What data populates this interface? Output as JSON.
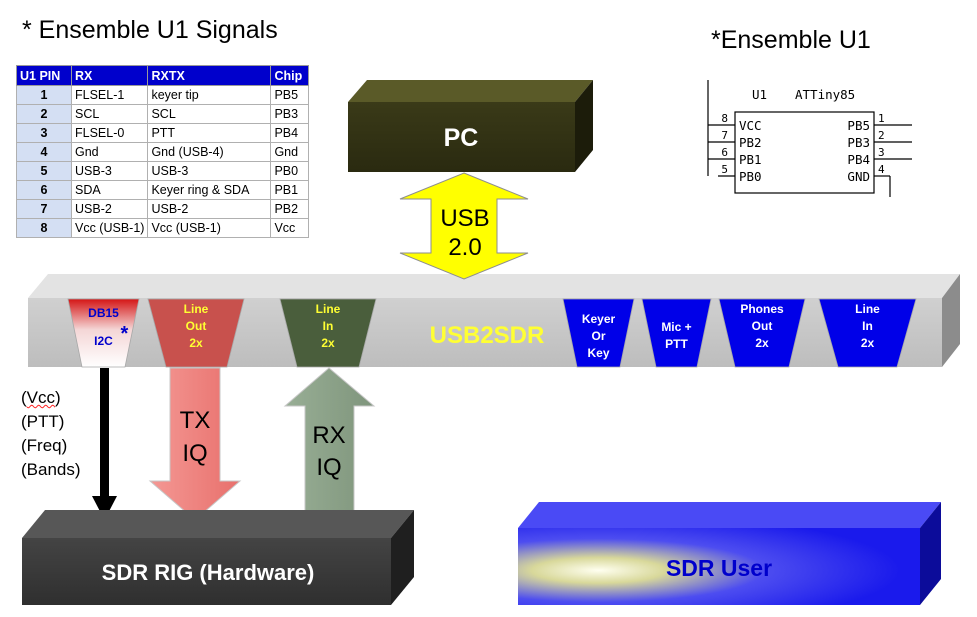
{
  "titles": {
    "signals": "* Ensemble U1 Signals",
    "chip": "*Ensemble U1"
  },
  "signal_table": {
    "headers": [
      "U1 PIN",
      "RX",
      "RXTX",
      "Chip"
    ],
    "rows": [
      [
        "1",
        "FLSEL-1",
        "keyer tip",
        "PB5"
      ],
      [
        "2",
        "SCL",
        "SCL",
        "PB3"
      ],
      [
        "3",
        "FLSEL-0",
        "PTT",
        "PB4"
      ],
      [
        "4",
        "Gnd",
        "Gnd (USB-4)",
        "Gnd"
      ],
      [
        "5",
        "USB-3",
        "USB-3",
        "PB0"
      ],
      [
        "6",
        "SDA",
        "Keyer ring & SDA",
        "PB1"
      ],
      [
        "7",
        "USB-2",
        "USB-2",
        "PB2"
      ],
      [
        "8",
        "Vcc (USB-1)",
        "Vcc (USB-1)",
        "Vcc"
      ]
    ]
  },
  "chip_schematic": {
    "ref": "U1",
    "part": "ATTiny85",
    "left_pins": [
      {
        "num": "8",
        "name": "VCC"
      },
      {
        "num": "7",
        "name": "PB2"
      },
      {
        "num": "6",
        "name": "PB1"
      },
      {
        "num": "5",
        "name": "PB0"
      }
    ],
    "right_pins": [
      {
        "num": "1",
        "name": "PB5"
      },
      {
        "num": "2",
        "name": "PB3"
      },
      {
        "num": "3",
        "name": "PB4"
      },
      {
        "num": "4",
        "name": "GND"
      }
    ]
  },
  "pc_box": {
    "label": "PC"
  },
  "usb_arrow": {
    "line1": "USB",
    "line2": "2.0"
  },
  "usb2sdr_bar": {
    "label": "USB2SDR"
  },
  "ports": [
    {
      "lines": [
        "DB15",
        "I2C"
      ],
      "star": "*"
    },
    {
      "lines": [
        "Line",
        "Out",
        "2x"
      ]
    },
    {
      "lines": [
        "Line",
        "In",
        "2x"
      ]
    },
    {
      "lines": [
        "Keyer",
        "Or",
        "Key"
      ]
    },
    {
      "lines": [
        "Mic +",
        "PTT"
      ]
    },
    {
      "lines": [
        "Phones",
        "Out",
        "2x"
      ]
    },
    {
      "lines": [
        "Line",
        "In",
        "2x"
      ]
    }
  ],
  "control_signals": [
    "(Vcc)",
    "(PTT)",
    "(Freq)",
    "(Bands)"
  ],
  "tx_arrow": {
    "line1": "TX",
    "line2": "IQ"
  },
  "rx_arrow": {
    "line1": "RX",
    "line2": "IQ"
  },
  "sdr_rig": {
    "label": "SDR RIG (Hardware)"
  },
  "sdr_user": {
    "label": "SDR User"
  },
  "colors": {
    "table_header": "#0000cc",
    "pin_cell": "#d4dff3",
    "pc_box": "#313115",
    "usb_arrow": "#ffff00",
    "bar": "#c6c6c6",
    "port_db15": "#d11a1a",
    "port_line_out": "#c8514d",
    "port_line_in": "#4a5e3c",
    "port_blue": "#0000e8",
    "tx_arrow": "#f07c78",
    "rx_arrow": "#8da38a",
    "sdr_rig": "#3a3a3a",
    "sdr_user": "#2222ee",
    "usb2sdr_text": "#ffff33"
  }
}
